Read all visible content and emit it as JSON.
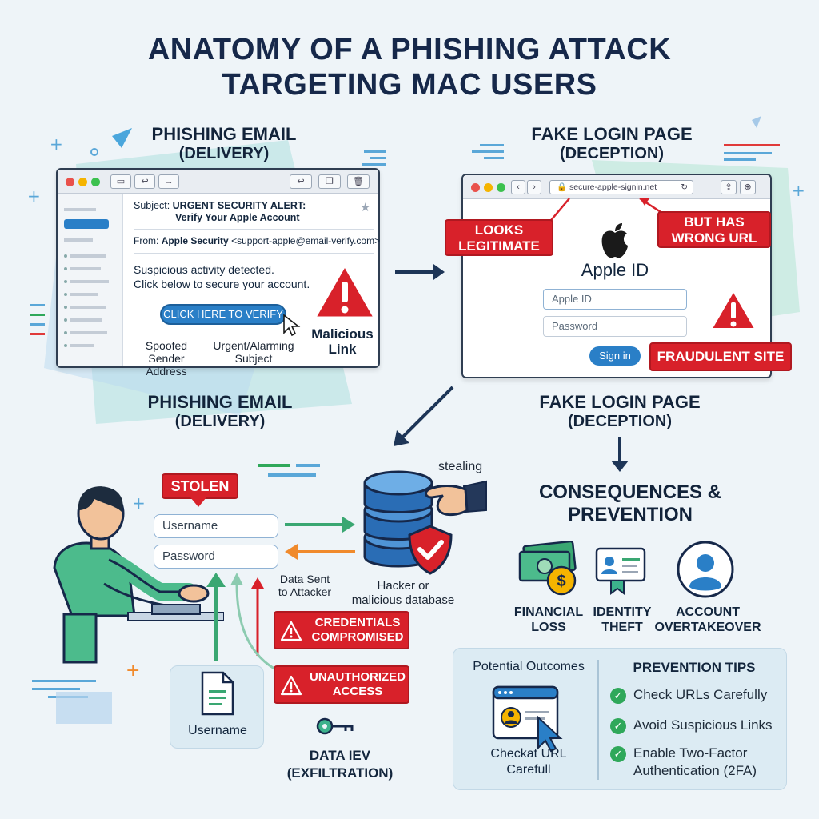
{
  "title": {
    "line1": "ANATOMY OF A PHISHING ATTACK",
    "line2": "TARGETING MAC USERS"
  },
  "email_section": {
    "heading": "PHISHING EMAIL",
    "subheading": "(DELIVERY)",
    "subject_label": "Subject:",
    "subject_line1": "URGENT SECURITY ALERT:",
    "subject_line2": "Verify Your Apple Account",
    "from_label": "From:",
    "from_name": "Apple Security",
    "from_address": "<support-apple@email-verify.com>",
    "body_line1": "Suspicious activity detected.",
    "body_line2": "Click below to secure your account.",
    "cta_label": "CLICK HERE TO VERIFY",
    "callout_spoofed_1": "Spoofed Sender",
    "callout_spoofed_2": "Address",
    "callout_urgent_1": "Urgent/Alarming",
    "callout_urgent_2": "Subject",
    "callout_malicious_1": "Malicious",
    "callout_malicious_2": "Link"
  },
  "login_section": {
    "heading": "FAKE LOGIN PAGE",
    "subheading": "(DECEPTION)",
    "url": "secure-apple-signin.net",
    "app_title": "Apple ID",
    "appleid_placeholder": "Apple ID",
    "password_placeholder": "Password",
    "signin_label": "Sign in",
    "tag_legit_1": "LOOKS",
    "tag_legit_2": "LEGITIMATE",
    "tag_url_1": "BUT HAS",
    "tag_url_2": "WRONG URL",
    "tag_fraud": "FRAUDULENT SITE"
  },
  "repeat_headings": {
    "email_heading": "PHISHING EMAIL",
    "email_sub": "(DELIVERY)",
    "login_heading": "FAKE LOGIN PAGE",
    "login_sub": "(DECEPTION)"
  },
  "theft_section": {
    "stolen_tag": "STOLEN",
    "username_field": "Username",
    "password_field": "Password",
    "stealing_label": "stealing",
    "data_sent_1": "Data Sent",
    "data_sent_2": "to Attacker",
    "hacker_1": "Hacker or",
    "hacker_2": "malicious database",
    "tag_compromised_1": "CREDENTIALS",
    "tag_compromised_2": "COMPROMISED",
    "tag_unauth_1": "UNAUTHORIZED",
    "tag_unauth_2": "ACCESS",
    "doc_label": "Username",
    "exfil_1": "DATA IEV",
    "exfil_2": "(EXFILTRATION)"
  },
  "consequences": {
    "heading_1": "CONSEQUENCES &",
    "heading_2": "PREVENTION",
    "items": [
      {
        "line1": "FINANCIAL",
        "line2": "LOSS",
        "icon": "money-icon"
      },
      {
        "line1": "IDENTITY",
        "line2": "THEFT",
        "icon": "id-card-icon"
      },
      {
        "line1": "ACCOUNT",
        "line2": "OVERTAKEOVER",
        "icon": "user-account-icon"
      }
    ]
  },
  "outcomes_card": {
    "left_heading": "Potential Outcomes",
    "left_caption_1": "Checkat URL",
    "left_caption_2": "Carefull",
    "right_heading": "PREVENTION TIPS",
    "tips": [
      "Check URLs Carefully",
      "Avoid Suspicious Links",
      "Enable Two-Factor",
      "Authentication (2FA)"
    ]
  },
  "colors": {
    "alert_red": "#d8212a",
    "brand_blue": "#2a7fc7",
    "navy": "#16284a",
    "check_green": "#2fa85a",
    "arrow_green": "#3aa772",
    "arrow_orange": "#f08a2c"
  }
}
